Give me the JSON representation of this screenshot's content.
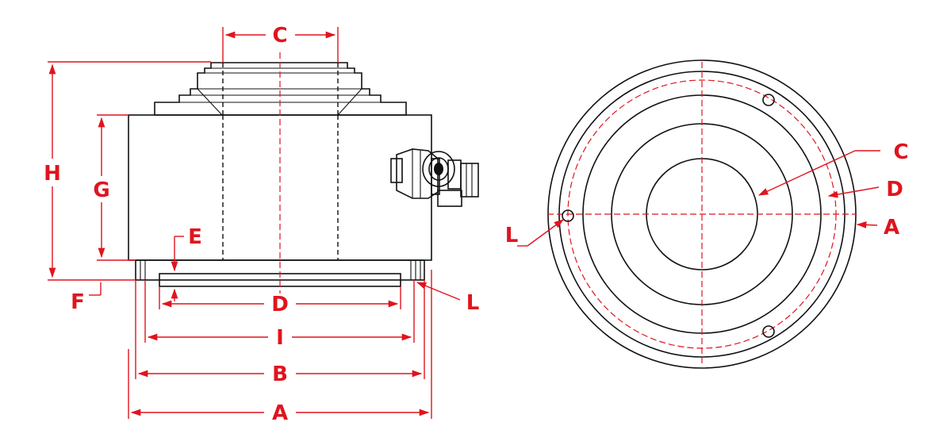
{
  "colors": {
    "dimension": "#e0141e",
    "outline": "#111111",
    "background": "#ffffff"
  },
  "side_view": {
    "labels": {
      "C": "C",
      "H": "H",
      "G": "G",
      "E": "E",
      "F": "F",
      "D": "D",
      "L": "L",
      "I": "I",
      "B": "B",
      "A": "A"
    }
  },
  "top_view": {
    "labels": {
      "C": "C",
      "D": "D",
      "A": "A",
      "L": "L"
    }
  }
}
